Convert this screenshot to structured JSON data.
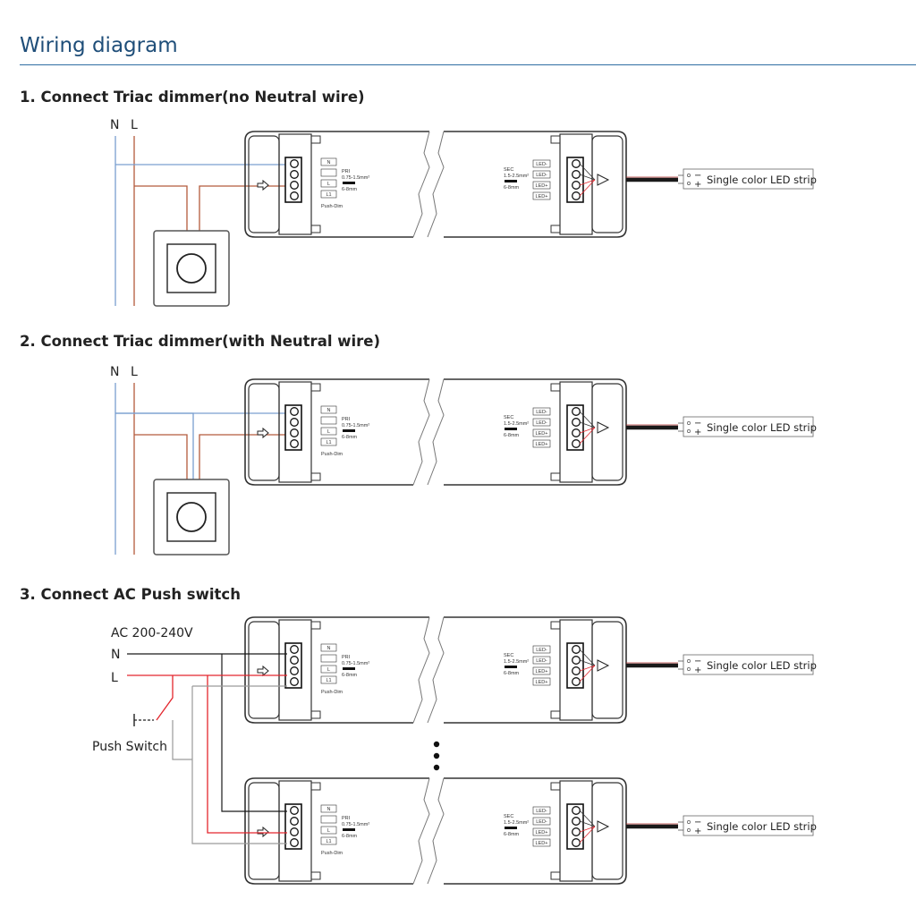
{
  "page_title": "Wiring diagram",
  "colors": {
    "title": "#1f4e79",
    "rule": "#2f6ea3",
    "neutral_wire": "#7a9fd0",
    "live_wire": "#b35a3c",
    "live_wire_bright": "#e3262d",
    "switch_wire": "#9a9a9a",
    "black_wire": "#1a1a1a",
    "housing": "#333333"
  },
  "sections": [
    {
      "title": "1. Connect Triac dimmer(no Neutral wire)",
      "line_labels": {
        "neutral": "N",
        "live": "L"
      }
    },
    {
      "title": "2. Connect Triac dimmer(with Neutral wire)",
      "line_labels": {
        "neutral": "N",
        "live": "L"
      }
    },
    {
      "title": "3. Connect AC Push switch",
      "supply_label": "AC 200-240V",
      "line_labels": {
        "neutral": "N",
        "live": "L"
      },
      "switch_label": "Push Switch"
    }
  ],
  "driver": {
    "input_terminals": [
      "N",
      "",
      "L",
      "L1"
    ],
    "input_spec": {
      "label": "PRI",
      "wire_size": "0.75-1.5mm²",
      "strip": "6-8mm",
      "note": "Push-Dim"
    },
    "output_terminals": [
      "LED-",
      "LED-",
      "LED+",
      "LED+"
    ],
    "output_spec": {
      "label": "SEC",
      "wire_size": "1.5-2.5mm²",
      "strip": "6-8mm"
    }
  },
  "led_strip": {
    "label": "Single color LED strip",
    "minus": "−",
    "plus": "+"
  }
}
